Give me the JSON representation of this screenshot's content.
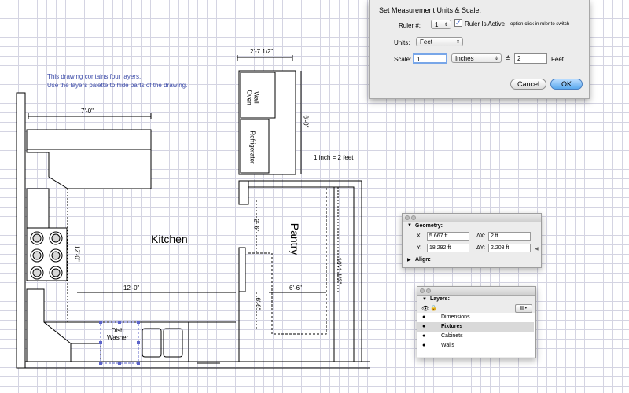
{
  "notes": {
    "line1": "This drawing contains four layers.",
    "line2": "Use the layers palette to hide parts of the drawing."
  },
  "plan": {
    "kitchen_label": "Kitchen",
    "pantry_label": "Pantry",
    "wall_oven_label": "Wall\nOven",
    "refrigerator_label": "Refrigerator",
    "dish_washer_label": "Dish\nWasher",
    "scale_note": "1 inch = 2 feet",
    "dims": {
      "top": "2'-7 1/2\"",
      "kitchen_top": "7'-0\"",
      "right_v": "6'-0\"",
      "kitchen_left_v": "12'-0\"",
      "kitchen_bottom": "12'-0\"",
      "pantry_door": "2'-6\"",
      "pantry_right_v": "10'-1 1/2\"",
      "pantry_width": "6'-6\"",
      "pantry_bottom_v": "6'-6\""
    }
  },
  "dialog": {
    "title": "Set Measurement Units & Scale:",
    "ruler_label": "Ruler #:",
    "ruler_value": "1",
    "ruler_active_label": "Ruler Is Active",
    "ruler_active_checked": true,
    "hint": "option-click in ruler to switch",
    "units_label": "Units:",
    "units_value": "Feet",
    "scale_label": "Scale:",
    "scale_value": "1",
    "scale_units": "Inches",
    "equals_symbol": "≙",
    "scale_target": "2",
    "scale_target_units": "Feet",
    "cancel": "Cancel",
    "ok": "OK"
  },
  "geometry": {
    "title": "Geometry:",
    "x_label": "X:",
    "x": "5.667 ft",
    "dx_label": "ΔX:",
    "dx": "2 ft",
    "y_label": "Y:",
    "y": "18.292 ft",
    "dy_label": "ΔY:",
    "dy": "2.208 ft",
    "align_label": "Align:"
  },
  "layers": {
    "title": "Layers:",
    "items": [
      {
        "name": "Dimensions",
        "visible": true,
        "selected": false
      },
      {
        "name": "Fixtures",
        "visible": true,
        "selected": true
      },
      {
        "name": "Cabinets",
        "visible": true,
        "selected": false
      },
      {
        "name": "Walls",
        "visible": true,
        "selected": false
      }
    ]
  },
  "colors": {
    "grid": "#d4d4e2",
    "note_text": "#3b4aa8",
    "selection_handles": "#5b63c9",
    "ok_button": "#5aa9ee"
  }
}
